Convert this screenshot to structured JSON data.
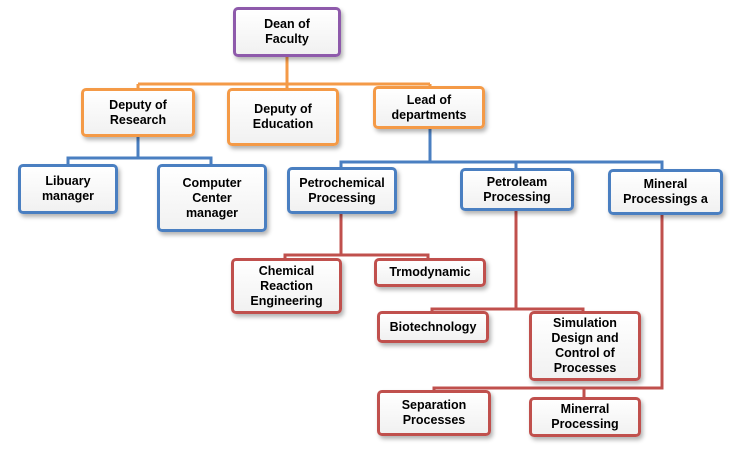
{
  "nodes": {
    "dean": "Dean of\nFaculty",
    "deputy_research": "Deputy of\nResearch",
    "deputy_education": "Deputy of\nEducation",
    "lead_departments": "Lead of\ndepartments",
    "library_manager": "Libuary\nmanager",
    "computer_center": "Computer\nCenter\nmanager",
    "petrochemical": "Petrochemical\nProcessing",
    "petroleum": "Petroleam\nProcessing",
    "mineral": "Mineral\nProcessings  a",
    "chemical_reaction": "Chemical\nReaction\nEngineering",
    "thermodynamic": "Trmodynamic",
    "biotechnology": "Biotechnology",
    "simulation": "Simulation\nDesign and\nControl of\nProcesses",
    "separation": "Separation\nProcesses",
    "mineral_processing": "Minerral\nProcessing"
  },
  "colors": {
    "purple": "#8e5aab",
    "orange": "#f49a47",
    "blue": "#4a7fc1",
    "red": "#c0504d"
  }
}
